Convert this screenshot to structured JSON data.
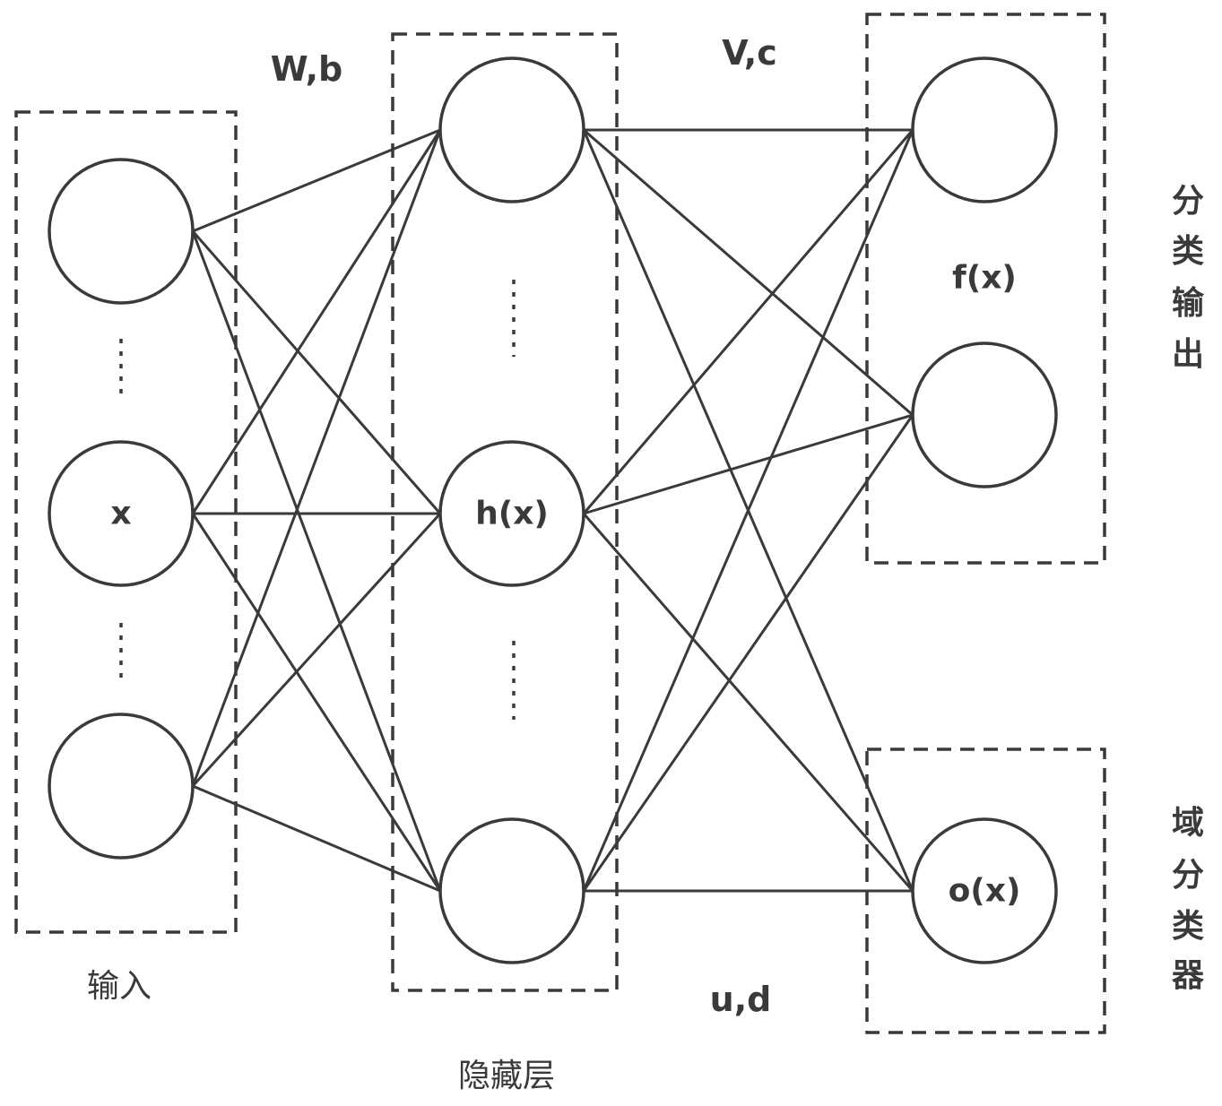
{
  "diagram": {
    "type": "neural-network-architecture",
    "layers": {
      "input": {
        "caption": "输入",
        "nodes": [
          {
            "id": "in1",
            "label": ""
          },
          {
            "id": "in2",
            "label": "x"
          },
          {
            "id": "in3",
            "label": ""
          }
        ]
      },
      "hidden": {
        "caption": "隐藏层",
        "nodes": [
          {
            "id": "h1",
            "label": ""
          },
          {
            "id": "h2",
            "label": "h(x)"
          },
          {
            "id": "h3",
            "label": ""
          }
        ]
      },
      "classifier": {
        "caption_chars": [
          "分",
          "类",
          "输",
          "出"
        ],
        "caption": "分类输出",
        "group_label": "f(x)",
        "nodes": [
          {
            "id": "f1",
            "label": ""
          },
          {
            "id": "f2",
            "label": ""
          }
        ]
      },
      "domain": {
        "caption_chars": [
          "域",
          "分",
          "类",
          "器"
        ],
        "caption": "域分类器",
        "nodes": [
          {
            "id": "o1",
            "label": "o(x)"
          }
        ]
      }
    },
    "parameters": {
      "input_to_hidden": "W,b",
      "hidden_to_classifier": "V,c",
      "hidden_to_domain": "u,d"
    },
    "ellipsis": "⋮",
    "edges": [
      [
        "in1",
        "h1"
      ],
      [
        "in1",
        "h2"
      ],
      [
        "in1",
        "h3"
      ],
      [
        "in2",
        "h1"
      ],
      [
        "in2",
        "h2"
      ],
      [
        "in2",
        "h3"
      ],
      [
        "in3",
        "h1"
      ],
      [
        "in3",
        "h2"
      ],
      [
        "in3",
        "h3"
      ],
      [
        "h1",
        "f1"
      ],
      [
        "h1",
        "f2"
      ],
      [
        "h1",
        "o1"
      ],
      [
        "h2",
        "f1"
      ],
      [
        "h2",
        "f2"
      ],
      [
        "h2",
        "o1"
      ],
      [
        "h3",
        "f1"
      ],
      [
        "h3",
        "f2"
      ],
      [
        "h3",
        "o1"
      ]
    ]
  }
}
